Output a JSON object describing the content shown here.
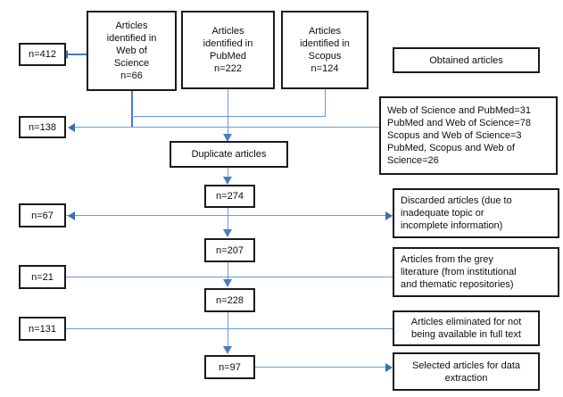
{
  "diagram": {
    "title": "PRISMA-style article selection flow diagram",
    "accent_color": "#4a7cc0",
    "line_color": "#6b9bd2",
    "border_color": "#1a1a1a",
    "background_color": "#ffffff"
  },
  "sources": [
    {
      "label": "Articles\nidentified in\nWeb of\nScience\nn=66",
      "count": 66,
      "database": "Web of Science"
    },
    {
      "label": "Articles\nidentified in\nPubMed\nn=222",
      "count": 222,
      "database": "PubMed"
    },
    {
      "label": "Articles\nidentified in\nScopus\nn=124",
      "count": 124,
      "database": "Scopus"
    }
  ],
  "legend": {
    "obtained": "Obtained articles",
    "overlaps": "Web of Science and PubMed=31\nPubMed and Web of Science=78\nScopus and Web of Science=3\nPubMed, Scopus and Web of\nScience=26"
  },
  "counts": {
    "total_obtained": "n=412",
    "duplicates": "n=138",
    "after_duplicates": "n=274",
    "discarded": "n=67",
    "after_discard": "n=207",
    "grey_literature": "n=21",
    "after_grey": "n=228",
    "not_full_text": "n=131",
    "selected": "n=97"
  },
  "stages": {
    "duplicate_articles": "Duplicate articles"
  },
  "annotations": {
    "discarded_reason": "Discarded articles (due to\ninadequate topic or\nincomplete information)",
    "grey_literature_source": "Articles from the grey\nliterature (from institutional\nand thematic repositories)",
    "eliminated_reason": "Articles eliminated for not\nbeing available in full text",
    "selected_outcome": "Selected articles for data\nextraction"
  }
}
